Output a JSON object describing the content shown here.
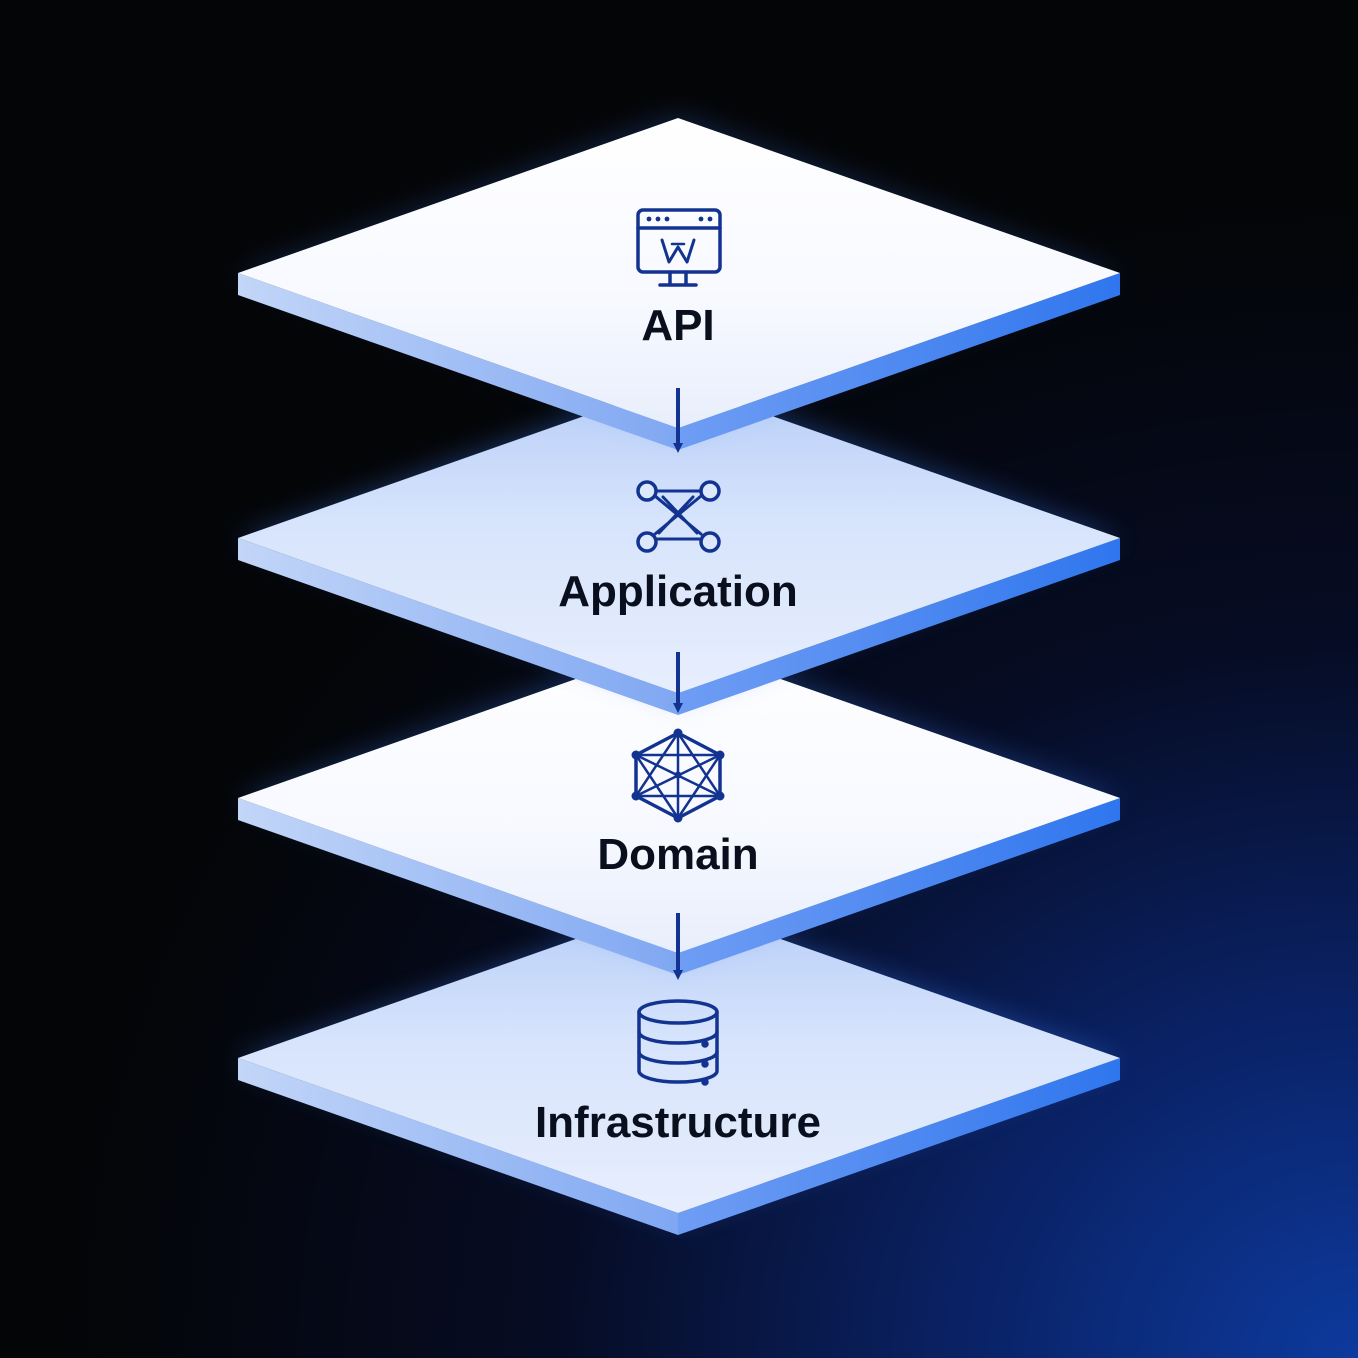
{
  "layers": [
    {
      "label": "API",
      "icon": "api-window-icon"
    },
    {
      "label": "Application",
      "icon": "network-nodes-icon"
    },
    {
      "label": "Domain",
      "icon": "hexagon-mesh-icon"
    },
    {
      "label": "Infrastructure",
      "icon": "database-icon"
    }
  ],
  "arrows": [
    {
      "from": "API",
      "to": "Application"
    },
    {
      "from": "Application",
      "to": "Domain"
    },
    {
      "from": "Domain",
      "to": "Infrastructure"
    }
  ],
  "colors": {
    "icon_stroke": "#12338f",
    "arrow": "#12338f",
    "plate_edge": "#4a86f0",
    "label": "#0a0f1e"
  }
}
